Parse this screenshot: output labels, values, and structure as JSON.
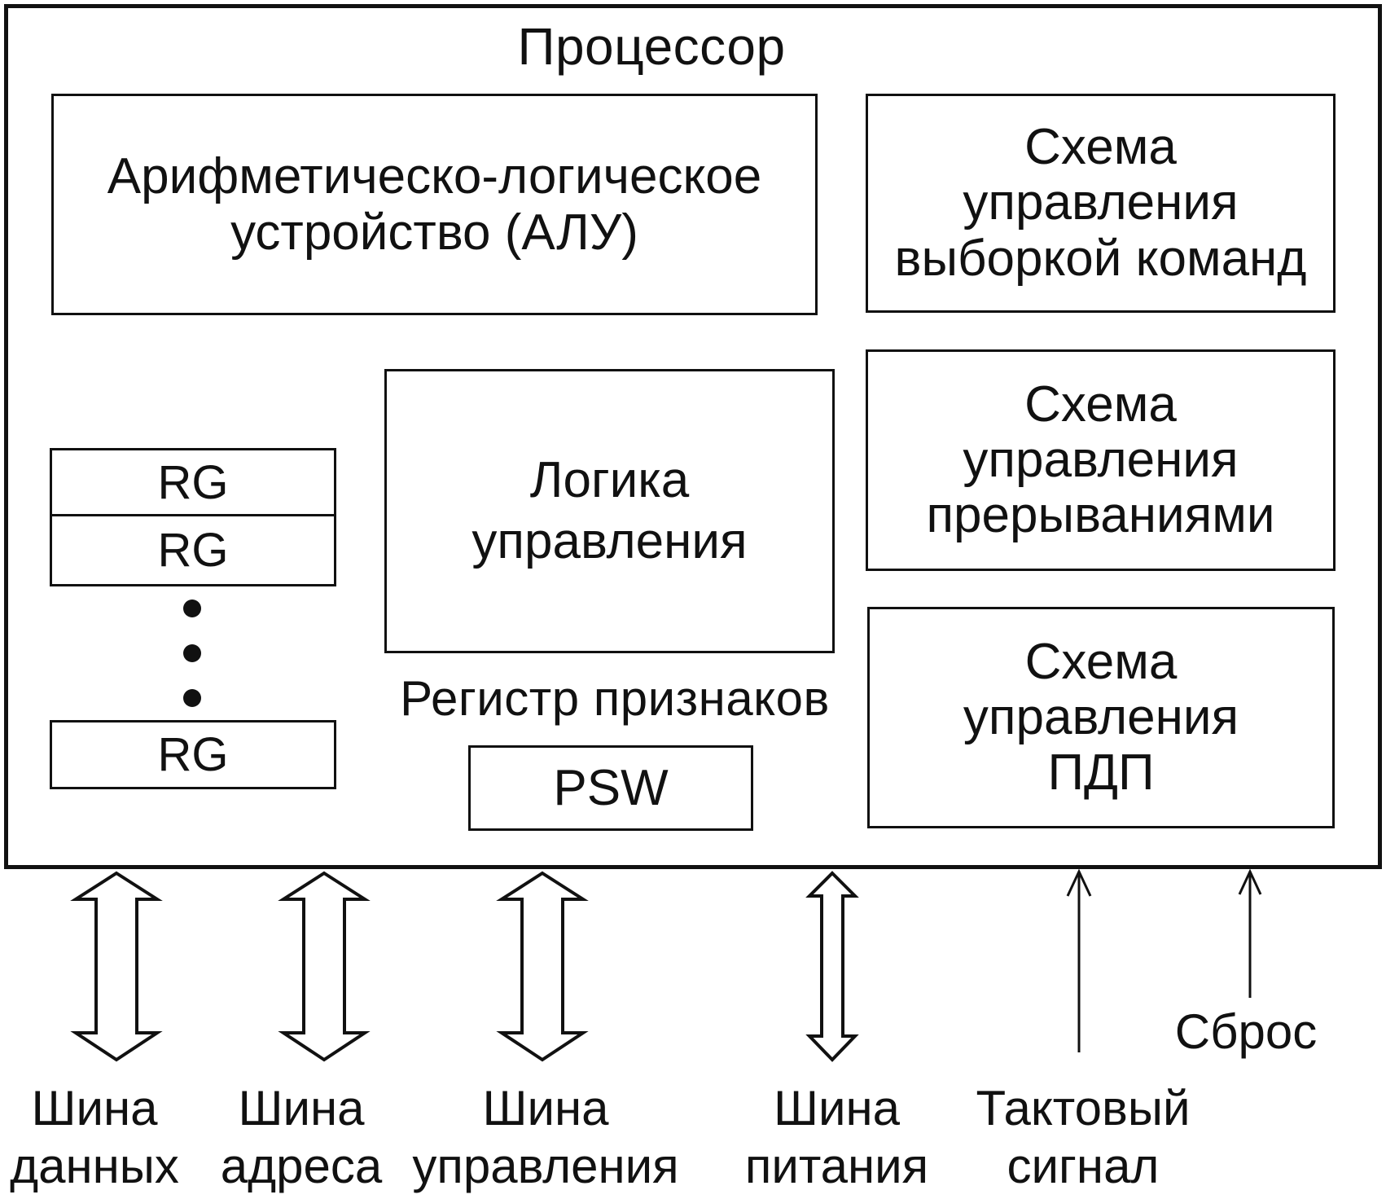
{
  "processor": {
    "title": "Процессор",
    "alu": {
      "line1": "Арифметическо-логическое",
      "line2": "устройство (АЛУ)"
    },
    "fetch_control": {
      "line1": "Схема",
      "line2": "управления",
      "line3": "выборкой команд"
    },
    "interrupt_control": {
      "line1": "Схема",
      "line2": "управления",
      "line3": "прерываниями"
    },
    "dma_control": {
      "line1": "Схема",
      "line2": "управления",
      "line3": "ПДП"
    },
    "control_logic": {
      "line1": "Логика",
      "line2": "управления"
    },
    "flags_register_label": "Регистр признаков",
    "psw": "PSW",
    "registers": [
      "RG",
      "RG",
      "RG"
    ]
  },
  "buses": [
    {
      "line1": "Шина",
      "line2": "данных"
    },
    {
      "line1": "Шина",
      "line2": "адреса"
    },
    {
      "line1": "Шина",
      "line2": "управления"
    },
    {
      "line1": "Шина",
      "line2": "питания"
    }
  ],
  "signals": {
    "clock": {
      "line1": "Тактовый",
      "line2": "сигнал"
    },
    "reset": "Сброс"
  }
}
